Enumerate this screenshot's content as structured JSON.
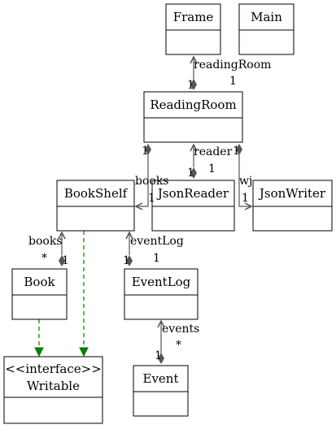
{
  "classes": {
    "frame": "Frame",
    "main": "Main",
    "reading_room": "ReadingRoom",
    "book_shelf": "BookShelf",
    "json_reader": "JsonReader",
    "json_writer": "JsonWriter",
    "book": "Book",
    "event_log": "EventLog",
    "event": "Event",
    "writable_stereotype": "<<interface>>",
    "writable": "Writable"
  },
  "associations": {
    "frame_reading_room": {
      "role": "readingRoom",
      "multiplicity": "1",
      "owner_multiplicity": "1"
    },
    "reading_room_reader": {
      "role": "reader",
      "multiplicity": "1",
      "owner_multiplicity": "1"
    },
    "reading_room_books": {
      "role": "books",
      "multiplicity": "1",
      "owner_multiplicity": "1"
    },
    "reading_room_wj": {
      "role": "wj",
      "multiplicity": "1",
      "owner_multiplicity": "1"
    },
    "shelf_books": {
      "role": "books",
      "multiplicity": "*",
      "owner_multiplicity": "1"
    },
    "shelf_event_log": {
      "role": "eventLog",
      "multiplicity": "1",
      "owner_multiplicity": "1"
    },
    "log_events": {
      "role": "events",
      "multiplicity": "*",
      "owner_multiplicity": "1"
    }
  },
  "colors": {
    "association": "#555555",
    "realization": "#008000",
    "class_border": "#000000"
  }
}
